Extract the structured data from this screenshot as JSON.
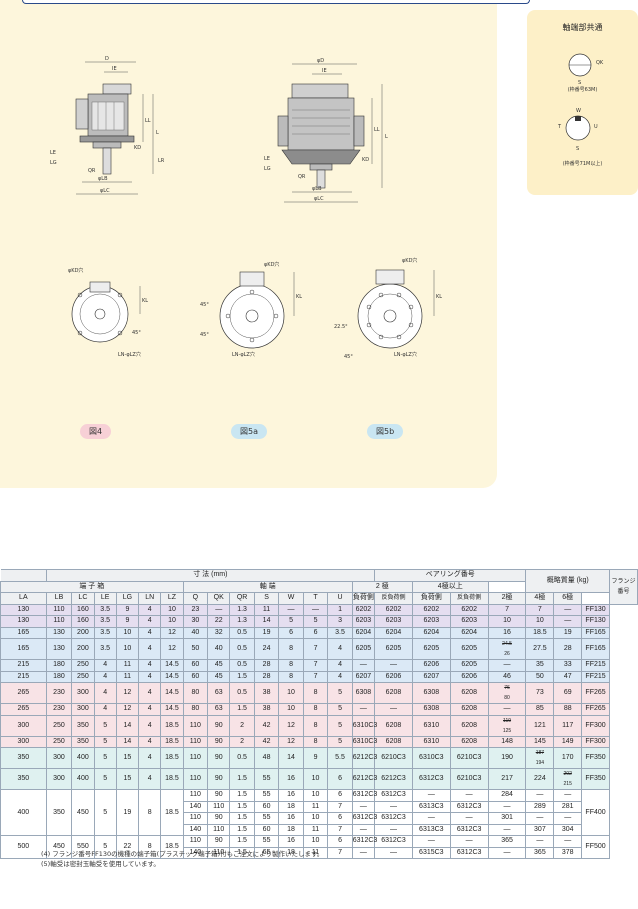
{
  "figures": {
    "fig4": "図4",
    "fig5a": "図5a",
    "fig5b": "図5b"
  },
  "side_panel": {
    "title": "軸端部共通",
    "caption_small": "(枠番号63M)",
    "caption_large": "(枠番号71M以上)"
  },
  "dims": {
    "D": "D",
    "IE": "IE",
    "L": "L",
    "LL": "LL",
    "LG": "LG",
    "LR": "LR",
    "KD": "KD",
    "QR": "QR",
    "Q": "Q",
    "LA": "LA",
    "LE": "LE",
    "LZ": "LZ",
    "phiD": "φD",
    "phiLB": "φLB",
    "phiLC": "φLC",
    "phiKD": "φKD穴",
    "KL": "KL",
    "LN": "LN-φLZ穴",
    "deg45": "45°",
    "deg225": "22.5°",
    "W": "W",
    "T": "T",
    "U": "U",
    "S": "S",
    "QK": "QK"
  },
  "table": {
    "header_dims": "寸 法 (mm)",
    "header_terminal": "端 子 箱",
    "header_shaft": "軸 端",
    "header_bearing": "ベアリング番号",
    "header_pole2": "2 極",
    "header_pole4": "4極以上",
    "header_mass": "概略質量 (kg)",
    "header_flange": "フランジ番号",
    "cols": [
      "LA",
      "LB",
      "LC",
      "LE",
      "LG",
      "LN",
      "LZ",
      "Q",
      "QK",
      "QR",
      "S",
      "W",
      "T",
      "U",
      "負荷側",
      "反負荷側",
      "負荷側",
      "反負荷側",
      "2極",
      "4極",
      "6極"
    ],
    "rows": [
      {
        "cls": "r-purple",
        "LA": "130",
        "LB": "110",
        "LC": "160",
        "LE": "3.5",
        "LG": "9",
        "LN": "4",
        "LZ": "10",
        "Q": "23",
        "QK": "—",
        "QR": "1.3",
        "S": "11",
        "W": "—",
        "T": "—",
        "U": "1",
        "b2l": "6202",
        "b2r": "6202",
        "b4l": "6202",
        "b4r": "6202",
        "m2": "7",
        "m4": "7",
        "m6": "—",
        "fl": "FF130"
      },
      {
        "cls": "r-purple",
        "LA": "130",
        "LB": "110",
        "LC": "160",
        "LE": "3.5",
        "LG": "9",
        "LN": "4",
        "LZ": "10",
        "Q": "30",
        "QK": "22",
        "QR": "1.3",
        "S": "14",
        "W": "5",
        "T": "5",
        "U": "3",
        "b2l": "6203",
        "b2r": "6203",
        "b4l": "6203",
        "b4r": "6203",
        "m2": "10",
        "m4": "10",
        "m6": "—",
        "fl": "FF130"
      },
      {
        "cls": "r-blue",
        "LA": "165",
        "LB": "130",
        "LC": "200",
        "LE": "3.5",
        "LG": "10",
        "LN": "4",
        "LZ": "12",
        "Q": "40",
        "QK": "32",
        "QR": "0.5",
        "S": "19",
        "W": "6",
        "T": "6",
        "U": "3.5",
        "b2l": "6204",
        "b2r": "6204",
        "b4l": "6204",
        "b4r": "6204",
        "m2": "16",
        "m4": "18.5",
        "m6": "19",
        "fl": "FF165"
      },
      {
        "cls": "r-blue",
        "LA": "165",
        "LB": "130",
        "LC": "200",
        "LE": "3.5",
        "LG": "10",
        "LN": "4",
        "LZ": "12",
        "Q": "50",
        "QK": "40",
        "QR": "0.5",
        "S": "24",
        "W": "8",
        "T": "7",
        "U": "4",
        "b2l": "6205",
        "b2r": "6205",
        "b4l": "6205",
        "b4r": "6205",
        "m2": "24.5/26",
        "m4": "27.5",
        "m6": "28",
        "fl": "FF165"
      },
      {
        "cls": "r-blue",
        "LA": "215",
        "LB": "180",
        "LC": "250",
        "LE": "4",
        "LG": "11",
        "LN": "4",
        "LZ": "14.5",
        "Q": "60",
        "QK": "45",
        "QR": "0.5",
        "S": "28",
        "W": "8",
        "T": "7",
        "U": "4",
        "b2l": "—",
        "b2r": "—",
        "b4l": "6206",
        "b4r": "6205",
        "m2": "—",
        "m4": "35",
        "m6": "33",
        "fl": "FF215"
      },
      {
        "cls": "r-blue",
        "LA": "215",
        "LB": "180",
        "LC": "250",
        "LE": "4",
        "LG": "11",
        "LN": "4",
        "LZ": "14.5",
        "Q": "60",
        "QK": "45",
        "QR": "1.5",
        "S": "28",
        "W": "8",
        "T": "7",
        "U": "4",
        "b2l": "6207",
        "b2r": "6206",
        "b4l": "6207",
        "b4r": "6206",
        "m2": "46",
        "m4": "50",
        "m6": "47",
        "fl": "FF215"
      },
      {
        "cls": "r-pink",
        "LA": "265",
        "LB": "230",
        "LC": "300",
        "LE": "4",
        "LG": "12",
        "LN": "4",
        "LZ": "14.5",
        "Q": "80",
        "QK": "63",
        "QR": "0.5",
        "S": "38",
        "W": "10",
        "T": "8",
        "U": "5",
        "b2l": "6308",
        "b2r": "6208",
        "b4l": "6308",
        "b4r": "6208",
        "m2": "76/80",
        "m4": "73",
        "m6": "69",
        "fl": "FF265"
      },
      {
        "cls": "r-pink",
        "LA": "265",
        "LB": "230",
        "LC": "300",
        "LE": "4",
        "LG": "12",
        "LN": "4",
        "LZ": "14.5",
        "Q": "80",
        "QK": "63",
        "QR": "1.5",
        "S": "38",
        "W": "10",
        "T": "8",
        "U": "5",
        "b2l": "—",
        "b2r": "—",
        "b4l": "6308",
        "b4r": "6208",
        "m2": "—",
        "m4": "85",
        "m6": "88",
        "fl": "FF265"
      },
      {
        "cls": "r-pink",
        "LA": "300",
        "LB": "250",
        "LC": "350",
        "LE": "5",
        "LG": "14",
        "LN": "4",
        "LZ": "18.5",
        "Q": "110",
        "QK": "90",
        "QR": "2",
        "S": "42",
        "W": "12",
        "T": "8",
        "U": "5",
        "b2l": "6310C3",
        "b2r": "6208",
        "b4l": "6310",
        "b4r": "6208",
        "m2": "119/125",
        "m4": "121",
        "m6": "117",
        "fl": "FF300"
      },
      {
        "cls": "r-pink",
        "LA": "300",
        "LB": "250",
        "LC": "350",
        "LE": "5",
        "LG": "14",
        "LN": "4",
        "LZ": "18.5",
        "Q": "110",
        "QK": "90",
        "QR": "2",
        "S": "42",
        "W": "12",
        "T": "8",
        "U": "5",
        "b2l": "6310C3",
        "b2r": "6208",
        "b4l": "6310",
        "b4r": "6208",
        "m2": "148",
        "m4": "145",
        "m6": "149",
        "fl": "FF300"
      },
      {
        "cls": "r-teal",
        "LA": "350",
        "LB": "300",
        "LC": "400",
        "LE": "5",
        "LG": "15",
        "LN": "4",
        "LZ": "18.5",
        "Q": "110",
        "QK": "90",
        "QR": "0.5",
        "S": "48",
        "W": "14",
        "T": "9",
        "U": "5.5",
        "b2l": "6212C3",
        "b2r": "6210C3",
        "b4l": "6310C3",
        "b4r": "6210C3",
        "m2": "190",
        "m4": "187/194",
        "m6": "170",
        "fl": "FF350"
      },
      {
        "cls": "r-teal",
        "LA": "350",
        "LB": "300",
        "LC": "400",
        "LE": "5",
        "LG": "15",
        "LN": "4",
        "LZ": "18.5",
        "Q": "110",
        "QK": "90",
        "QR": "1.5",
        "S": "55",
        "W": "16",
        "T": "10",
        "U": "6",
        "b2l": "6212C3",
        "b2r": "6212C3",
        "b4l": "6312C3",
        "b4r": "6210C3",
        "m2": "217",
        "m4": "224",
        "m6": "202/215",
        "fl": "FF350"
      }
    ],
    "group400": {
      "LA": "400",
      "LB": "350",
      "LC": "450",
      "LE": "5",
      "LG": "19",
      "LN": "8",
      "LZ": "18.5",
      "fl": "FF400",
      "sub": [
        {
          "Q": "110",
          "QK": "90",
          "QR": "1.5",
          "S": "55",
          "W": "16",
          "T": "10",
          "U": "6",
          "b2l": "6312C3",
          "b2r": "6312C3",
          "b4l": "—",
          "b4r": "—",
          "m2": "284",
          "m4": "—",
          "m6": "—"
        },
        {
          "Q": "140",
          "QK": "110",
          "QR": "1.5",
          "S": "60",
          "W": "18",
          "T": "11",
          "U": "7",
          "b2l": "—",
          "b2r": "—",
          "b4l": "6313C3",
          "b4r": "6312C3",
          "m2": "—",
          "m4": "289",
          "m6": "281"
        },
        {
          "Q": "110",
          "QK": "90",
          "QR": "1.5",
          "S": "55",
          "W": "16",
          "T": "10",
          "U": "6",
          "b2l": "6312C3",
          "b2r": "6312C3",
          "b4l": "—",
          "b4r": "—",
          "m2": "301",
          "m4": "—",
          "m6": "—"
        },
        {
          "Q": "140",
          "QK": "110",
          "QR": "1.5",
          "S": "60",
          "W": "18",
          "T": "11",
          "U": "7",
          "b2l": "—",
          "b2r": "—",
          "b4l": "6313C3",
          "b4r": "6312C3",
          "m2": "—",
          "m4": "307",
          "m6": "304"
        }
      ]
    },
    "group500": {
      "LA": "500",
      "LB": "450",
      "LC": "550",
      "LE": "5",
      "LG": "22",
      "LN": "8",
      "LZ": "18.5",
      "fl": "FF500",
      "sub": [
        {
          "Q": "110",
          "QK": "90",
          "QR": "1.5",
          "S": "55",
          "W": "16",
          "T": "10",
          "U": "6",
          "b2l": "6312C3",
          "b2r": "6312C3",
          "b4l": "—",
          "b4r": "—",
          "m2": "365",
          "m4": "—",
          "m6": "—"
        },
        {
          "Q": "140",
          "QK": "110",
          "QR": "1.5",
          "S": "65",
          "W": "18",
          "T": "11",
          "U": "7",
          "b2l": "—",
          "b2r": "—",
          "b4l": "6315C3",
          "b4r": "6312C3",
          "m2": "—",
          "m4": "365",
          "m6": "378"
        }
      ]
    }
  },
  "notes": [
    "(4) フランジ番号FF130の機種の端子箱(プラスチック端子箱)付もご注文により製作いたします。",
    "(5)軸受は密封玉軸受を使用しています。"
  ]
}
